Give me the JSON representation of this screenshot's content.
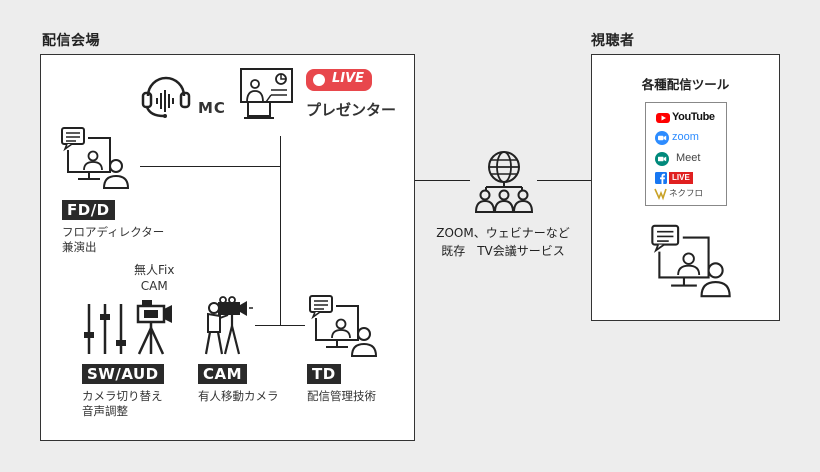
{
  "venue": {
    "title": "配信会場",
    "mc_label": "MC",
    "live_badge": "LIVE",
    "presenter_label": "プレゼンター",
    "fd": {
      "tag": "FD/D",
      "caption": [
        "フロアディレクター",
        "兼演出"
      ]
    },
    "fixed_cam_label": [
      "無人Fix",
      "CAM"
    ],
    "sw": {
      "tag": "SW/AUD",
      "caption": [
        "カメラ切り替え",
        "音声調整"
      ]
    },
    "cam": {
      "tag": "CAM",
      "caption": [
        "有人移動カメラ"
      ]
    },
    "td": {
      "tag": "TD",
      "caption": [
        "配信管理技術"
      ]
    }
  },
  "network": {
    "caption": [
      "ZOOM、ウェビナーなど",
      "既存　TV会議サービス"
    ]
  },
  "viewers": {
    "title": "視聴者",
    "tools_title": "各種配信ツール",
    "tools": {
      "youtube": "YouTube",
      "zoom": "zoom",
      "meet": "Meet",
      "fb_live": "LIVE",
      "nekuflo": "ネクフロ"
    }
  },
  "colors": {
    "background": "#ededed",
    "accent_red": "#e8474c",
    "tag_dark": "#2a2a2a",
    "zoom_blue": "#2d8cff",
    "facebook_blue": "#1877f2",
    "youtube_red": "#ff0000",
    "meet_green": "#00897b"
  }
}
